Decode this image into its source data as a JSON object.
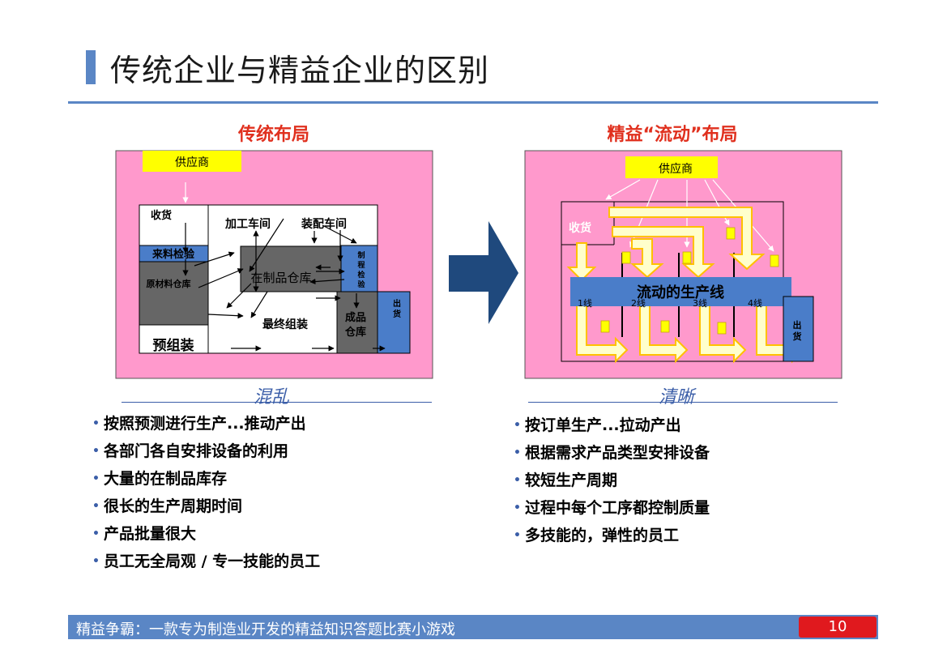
{
  "title": "传统企业与精益企业的区别",
  "left": {
    "heading": "传统布局",
    "caption": "混乱",
    "diagram": {
      "supplier": "供应商",
      "receiving": "收货",
      "inspection": "来料检验",
      "raw_store": "原材料仓库",
      "machining": "加工车间",
      "assembly_shop": "装配车间",
      "wip_store": "在制品仓库",
      "process_check": [
        "制",
        "程",
        "检",
        "验"
      ],
      "final_assembly": "最终组装",
      "fg_store_1": "成品",
      "fg_store_2": "仓库",
      "pre_assembly": "预组装",
      "shipping": [
        "出",
        "货"
      ]
    },
    "bullets": [
      "按照预测进行生产...推动产出",
      "各部门各自安排设备的利用",
      "大量的在制品库存",
      "很长的生产周期时间",
      "产品批量很大",
      "员工无全局观 / 专一技能的员工"
    ]
  },
  "right": {
    "heading": "精益“流动”布局",
    "caption": "清晰",
    "diagram": {
      "supplier": "供应商",
      "receiving": "收货",
      "flow_line": "流动的生产线",
      "lines": [
        "1线",
        "2线",
        "3线",
        "4线"
      ],
      "shipping": [
        "出",
        "货"
      ]
    },
    "bullets": [
      "按订单生产...拉动产出",
      "根据需求产品类型安排设备",
      "较短生产周期",
      "过程中每个工序都控制质量",
      "多技能的，弹性的员工"
    ]
  },
  "footer": {
    "text": "精益争霸：一款专为制造业开发的精益知识答题比赛小游戏",
    "page": "10"
  },
  "colors": {
    "accent_blue": "#5a86c5",
    "heading_red": "#e0301e",
    "panel_pink": "#ff99cc",
    "supplier_yellow": "#ffff00",
    "gray_block": "#666666",
    "flow_bar": "#4a7dc9",
    "arrow_fill": "#ffffcc",
    "arrow_stroke": "#ffc000",
    "page_badge": "#e0191e"
  }
}
